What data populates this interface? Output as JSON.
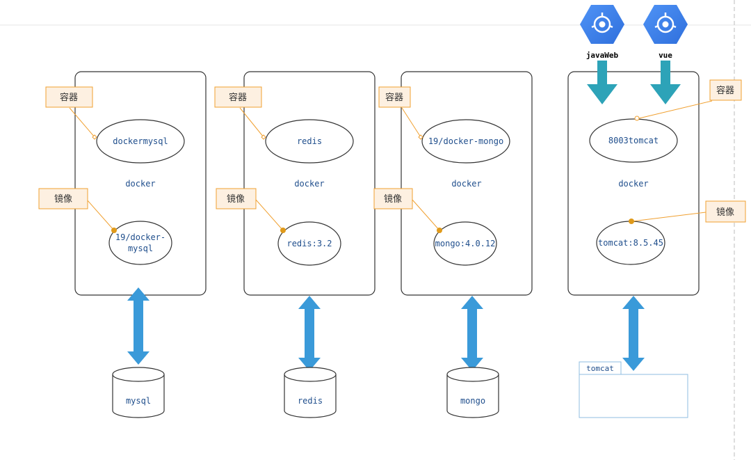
{
  "colors": {
    "stroke": "#333333",
    "text_blue": "#1f4e8c",
    "callout_fill": "#fdf0e1",
    "callout_stroke": "#f0a030",
    "arrow_blue": "#3a9ad9",
    "arrow_teal": "#2da3b8",
    "icon_blue": "#4285f4",
    "tomcat_box": "#8fbde0"
  },
  "columns": [
    {
      "host_label": "docker",
      "container_label": "dockermysql",
      "image_label": "19/docker-mysql",
      "image_lines": [
        "19/docker-",
        "mysql"
      ],
      "callout_container": "容器",
      "callout_image": "镜像",
      "database_label": "mysql"
    },
    {
      "host_label": "docker",
      "container_label": "redis",
      "image_label": "redis:3.2",
      "image_lines": [
        "redis:3.2"
      ],
      "callout_container": "容器",
      "callout_image": "镜像",
      "database_label": "redis"
    },
    {
      "host_label": "docker",
      "container_label": "19/docker-mongo",
      "image_label": "mongo:4.0.12",
      "image_lines": [
        "mongo:4.0.12"
      ],
      "callout_container": "容器",
      "callout_image": "镜像",
      "database_label": "mongo"
    },
    {
      "host_label": "docker",
      "container_label": "8003tomcat",
      "image_label": "tomcat:8.5.45",
      "image_lines": [
        "tomcat:8.5.45"
      ],
      "callout_container": "容器",
      "callout_image": "镜像",
      "database_label": "tomcat"
    }
  ],
  "apps": [
    {
      "label": "javaWeb",
      "icon": "hexagon-app-engine-icon"
    },
    {
      "label": "vue",
      "icon": "hexagon-app-engine-icon"
    }
  ]
}
